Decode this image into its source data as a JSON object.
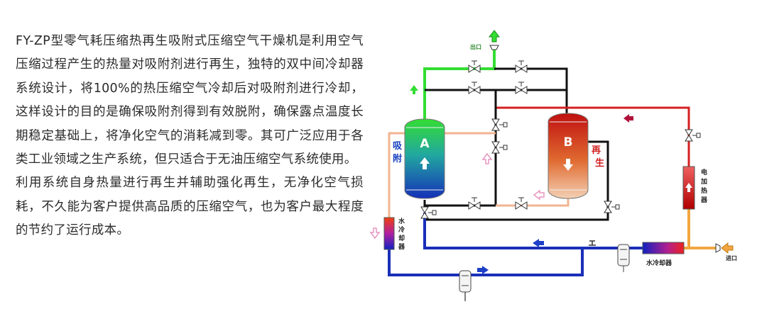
{
  "description": {
    "paragraph_1": "FY-ZP型零气耗压缩热再生吸附式压缩空气干燥机是利用空气压缩过程产生的热量对吸附剂进行再生，独特的双中间冷却器系统设计，将100%的热压缩空气冷却后对吸附剂进行冷却，这样设计的目的是确保吸附剂得到有效脱附，确保露点温度长期稳定基础上，将净化空气的消耗减到零。其可广泛应用于各类工业领域之生产系统，但只适合于无油压缩空气系统使用。",
    "paragraph_2": "利用系统自身热量进行再生并辅助强化再生，无净化空气损耗，不久能为客户提供高品质的压缩空气，也为客户最大程度的节约了运行成本。"
  },
  "diagram": {
    "outlet_label": "出口",
    "inlet_label": "进口",
    "tower_a": "A",
    "tower_b": "B",
    "adsorb_label_1": "吸",
    "adsorb_label_2": "附",
    "regen_label_1": "再",
    "regen_label_2": "生",
    "heater_label": [
      "电",
      "加",
      "热",
      "器"
    ],
    "left_cooler_label": [
      "水",
      "冷",
      "却",
      "器"
    ],
    "bottom_cooler_label": "水冷却器",
    "colors": {
      "green_pipe": "#33dd33",
      "black_pipe": "#111111",
      "red_pipe": "#d42020",
      "salmon_pipe": "#f2b48f",
      "blue_pipe": "#1a2fb8",
      "orange_pipe": "#f2a640",
      "arrow_red": "#b0103a",
      "arrow_pink": "#e896c0",
      "arrow_blue": "#1e40c8"
    }
  }
}
